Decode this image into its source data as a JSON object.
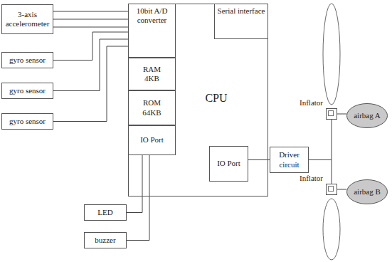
{
  "diagram": {
    "nodes": [
      {
        "text": [
          "3-axis accelerometer"
        ]
      },
      {
        "text": [
          "gyro sensor"
        ]
      },
      {
        "text": [
          "gyro sensor"
        ]
      },
      {
        "text": [
          "gyro sensor"
        ]
      },
      {
        "text": [
          "CPU"
        ]
      },
      {
        "text": [
          "10bit A/D converter"
        ],
        "in": 4
      },
      {
        "text": [
          "Serial interface"
        ],
        "in": 4
      },
      {
        "text": [
          "RAM 4KB"
        ],
        "in": 4
      },
      {
        "text": [
          "ROM 64KB"
        ],
        "in": 4
      },
      {
        "text": [
          "IO Port"
        ],
        "in": 4
      },
      {
        "text": [
          "IO Port"
        ],
        "in": 4
      },
      {
        "text": [
          "LED"
        ]
      },
      {
        "text": [
          "buzzer"
        ]
      },
      {
        "text": [
          "Driver circuit"
        ]
      },
      {
        "text": [
          "Inflator"
        ]
      },
      {
        "text": [
          "airbag A"
        ]
      },
      {
        "text": [
          "Inflator"
        ]
      },
      {
        "text": [
          "airbag B"
        ]
      }
    ],
    "edges": [
      {
        "from": 0,
        "to": 5,
        "arrow": "none"
      },
      {
        "from": 1,
        "to": 5,
        "arrow": "none"
      },
      {
        "from": 2,
        "to": 5,
        "arrow": "none"
      },
      {
        "from": 3,
        "to": 5,
        "arrow": "none"
      },
      {
        "from": 9,
        "to": 11,
        "arrow": "none"
      },
      {
        "from": 9,
        "to": 12,
        "arrow": "none"
      },
      {
        "from": 10,
        "to": 13,
        "arrow": "none"
      },
      {
        "from": 13,
        "to": 14,
        "arrow": "none"
      },
      {
        "from": 13,
        "to": 16,
        "arrow": "none"
      },
      {
        "from": 14,
        "to": 15,
        "arrow": "none"
      },
      {
        "from": 16,
        "to": 17,
        "arrow": "none"
      }
    ]
  }
}
